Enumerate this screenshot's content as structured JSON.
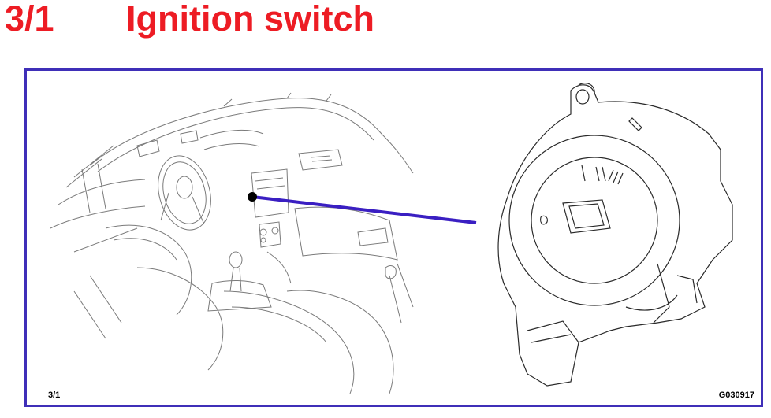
{
  "header": {
    "section_number": "3/1",
    "title": "Ignition switch"
  },
  "figure": {
    "page_ref": "3/1",
    "figure_code": "G030917",
    "frame_color": "#3f2fb8",
    "callout_color": "#3a1fc2",
    "title_color": "#ed1c24"
  }
}
